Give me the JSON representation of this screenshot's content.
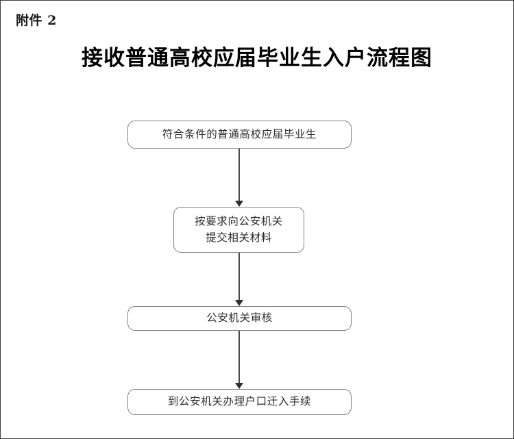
{
  "document": {
    "attachment_label": "附件 2",
    "title": "接收普通高校应届毕业生入户流程图",
    "border_color": "#3d3d3d",
    "background_color": "#ffffff"
  },
  "flowchart": {
    "node_border_color": "#808080",
    "connector_color": "#4a4a4a",
    "text_color": "#2b2b2b",
    "nodes": [
      {
        "id": "start",
        "shape": "rounded-rectangle",
        "lines": [
          "符合条件的普通高校应届毕业生"
        ]
      },
      {
        "id": "submit-materials",
        "shape": "rounded-rectangle",
        "lines": [
          "按要求向公安机关",
          "提交相关材料"
        ]
      },
      {
        "id": "police-review",
        "shape": "rounded-rectangle",
        "lines": [
          "公安机关审核"
        ]
      },
      {
        "id": "hukou-transfer",
        "shape": "rounded-rectangle",
        "lines": [
          "到公安机关办理户口迁入手续"
        ]
      }
    ],
    "connectors": [
      {
        "id": "start-to-submit",
        "from": "start",
        "to": "submit-materials",
        "arrow": "down"
      },
      {
        "id": "submit-to-review",
        "from": "submit-materials",
        "to": "police-review",
        "arrow": "down"
      },
      {
        "id": "review-to-transfer",
        "from": "police-review",
        "to": "hukou-transfer",
        "arrow": "down"
      }
    ]
  }
}
